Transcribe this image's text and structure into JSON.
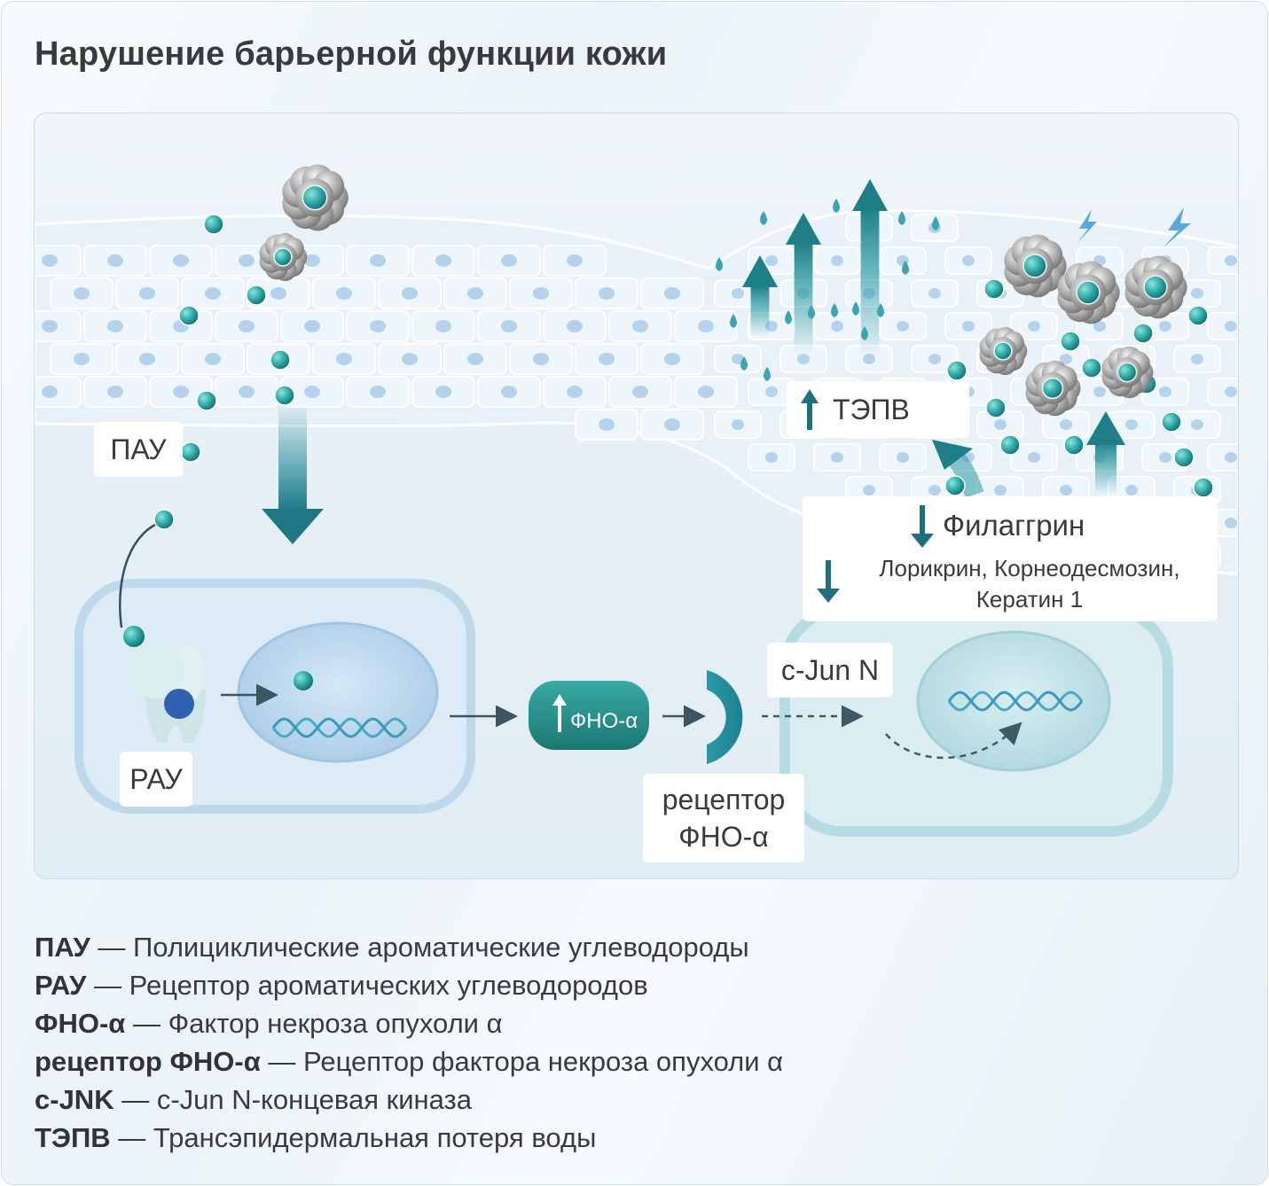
{
  "title": "Нарушение барьерной функции кожи",
  "colors": {
    "teal_dark": "#1f6f7e",
    "teal": "#2a9aa0",
    "text": "#3a3a3a",
    "cell": "#edf4fa",
    "nucleus": "#b9d6ec"
  },
  "labels": {
    "pay": "ПАУ",
    "ray": "РАУ",
    "tepv": "ТЭПВ",
    "cjun": "c-Jun N",
    "tnf_pill": "ФНО-α",
    "receptor_line1": "рецептор",
    "receptor_line2": "ФНО-α",
    "filaggrin": "Филаггрин",
    "proteins": "Лорикрин, Корнеодесмозин, Кератин 1"
  },
  "legend": [
    {
      "term": "ПАУ",
      "desc": " — Полициклические ароматические углеводороды"
    },
    {
      "term": "РАУ",
      "desc": " — Рецептор ароматических углеводородов"
    },
    {
      "term": "ФНО-α",
      "desc": " — Фактор некроза опухоли α"
    },
    {
      "term": "рецептор ФНО-α",
      "desc": " — Рецептор фактора некроза опухоли α"
    },
    {
      "term": "c-JNK",
      "desc": " — c-Jun N-концевая киназа"
    },
    {
      "term": "ТЭПВ",
      "desc": " — Трансэпидермальная потеря воды"
    }
  ],
  "icons": [
    "pollutant-particle-icon",
    "water-drop-icon",
    "lightning-icon",
    "dna-helix-icon",
    "up-arrow-icon",
    "down-arrow-icon"
  ]
}
